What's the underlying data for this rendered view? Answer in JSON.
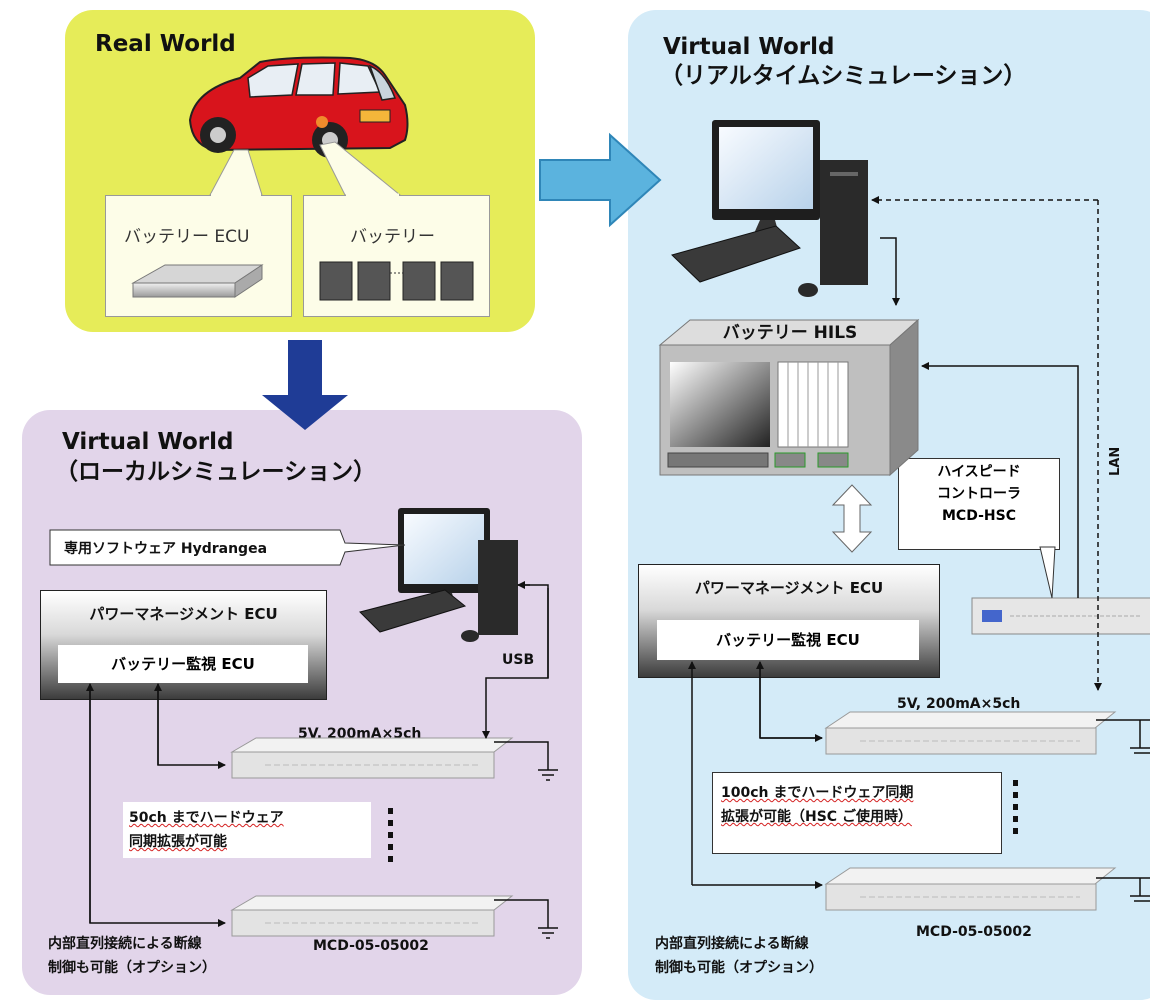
{
  "real_world": {
    "title": "Real World",
    "ecu_label": "バッテリー ECU",
    "battery_label": "バッテリー"
  },
  "local_world": {
    "title_line1": "Virtual World",
    "title_line2": "（ローカルシミュレーション）",
    "software_callout": "専用ソフトウェア Hydrangea",
    "pm_ecu": "パワーマネージメント ECU",
    "monitor_ecu": "バッテリー監視 ECU",
    "usb_label": "USB",
    "power_spec": "5V, 200mA×5ch",
    "expansion_line1": "50ch までハードウェア",
    "expansion_line2": "同期拡張が可能",
    "model_label": "MCD-05-05002",
    "option_line1": "内部直列接続による断線",
    "option_line2": "制御も可能（オプション）"
  },
  "realtime_world": {
    "title_line1": "Virtual World",
    "title_line2": "（リアルタイムシミュレーション）",
    "hils_label": "バッテリー HILS",
    "hsc_line1": "ハイスピード",
    "hsc_line2": "コントローラ",
    "hsc_line3": "MCD-HSC",
    "lan_label": "LAN",
    "pm_ecu": "パワーマネージメント ECU",
    "monitor_ecu": "バッテリー監視 ECU",
    "power_spec": "5V, 200mA×5ch",
    "expansion_line1": "100ch までハードウェア同期",
    "expansion_line2": "拡張が可能（HSC ご使用時）",
    "model_label": "MCD-05-05002",
    "option_line1": "内部直列接続による断線",
    "option_line2": "制御も可能（オプション）"
  },
  "colors": {
    "real_world_bg": "#e6ec59",
    "local_world_bg": "#e2d5ea",
    "realtime_world_bg": "#d4ebf8",
    "arrow_light_blue": "#5bb3de",
    "arrow_dark_blue": "#1f3c96",
    "car_red": "#d8141c"
  }
}
